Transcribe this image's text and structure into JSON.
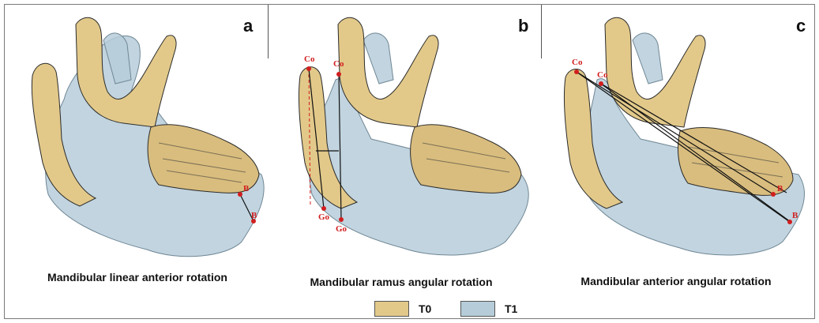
{
  "panels": [
    {
      "letter": "a",
      "caption": "Mandibular linear anterior rotation",
      "landmarks": [
        "B",
        "B"
      ]
    },
    {
      "letter": "b",
      "caption": "Mandibular ramus angular rotation",
      "landmarks": [
        "Co",
        "Co",
        "Go",
        "Go"
      ]
    },
    {
      "letter": "c",
      "caption": "Mandibular anterior angular rotation",
      "landmarks": [
        "Co",
        "Co",
        "B",
        "B"
      ]
    }
  ],
  "legend": [
    {
      "label": "T0",
      "color": "#e2c98a"
    },
    {
      "label": "T1",
      "color": "#b6cdd9"
    }
  ],
  "colors": {
    "t0": "#e2c98a",
    "t1": "#b6cdd9",
    "landmark": "#d11e1e",
    "outline": "#2b2b2b"
  }
}
